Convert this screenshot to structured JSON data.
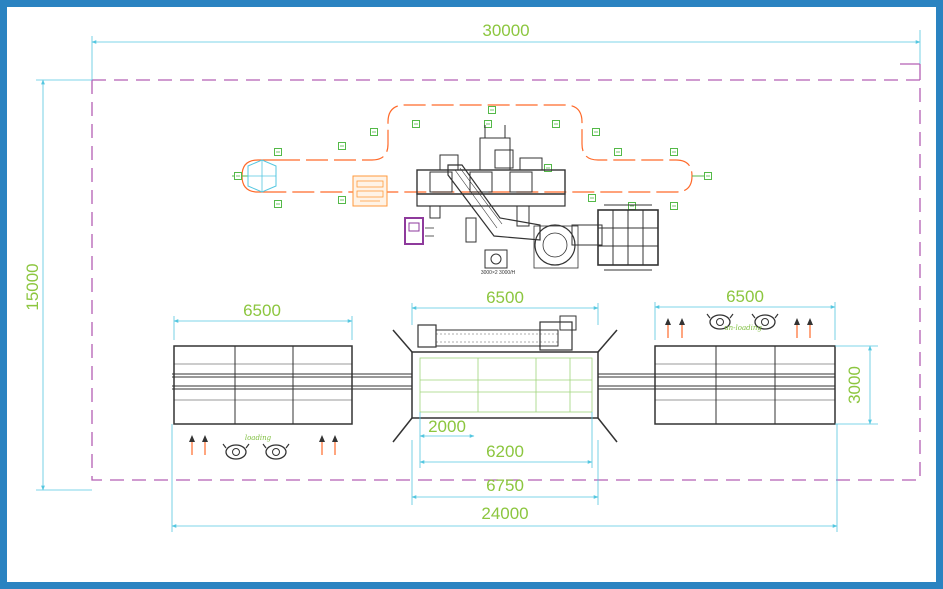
{
  "colors": {
    "border": "#2a83c1",
    "dimension": "#8cc63f",
    "dimension_line": "#55c7e0",
    "boundary": "#b35fb3",
    "conveyor": "#ff6a2a",
    "equipment": "#333333",
    "station": "#54b948",
    "tray": "#ff9a3c"
  },
  "dimensions": {
    "overall_width": "30000",
    "overall_height": "15000",
    "left_table_width": "6500",
    "center_machine_width": "6500",
    "right_table_width": "6500",
    "table_depth": "3000",
    "inner_offset": "2000",
    "inner_length": "6200",
    "machine_length": "6750",
    "line_length": "24000"
  },
  "labels": {
    "loading": "loading",
    "unloading": "un-loading",
    "burner_box": "3000×2 3000/H"
  },
  "icons": [
    "up-arrow-icon",
    "operator-icon",
    "rotating-disc-icon"
  ]
}
